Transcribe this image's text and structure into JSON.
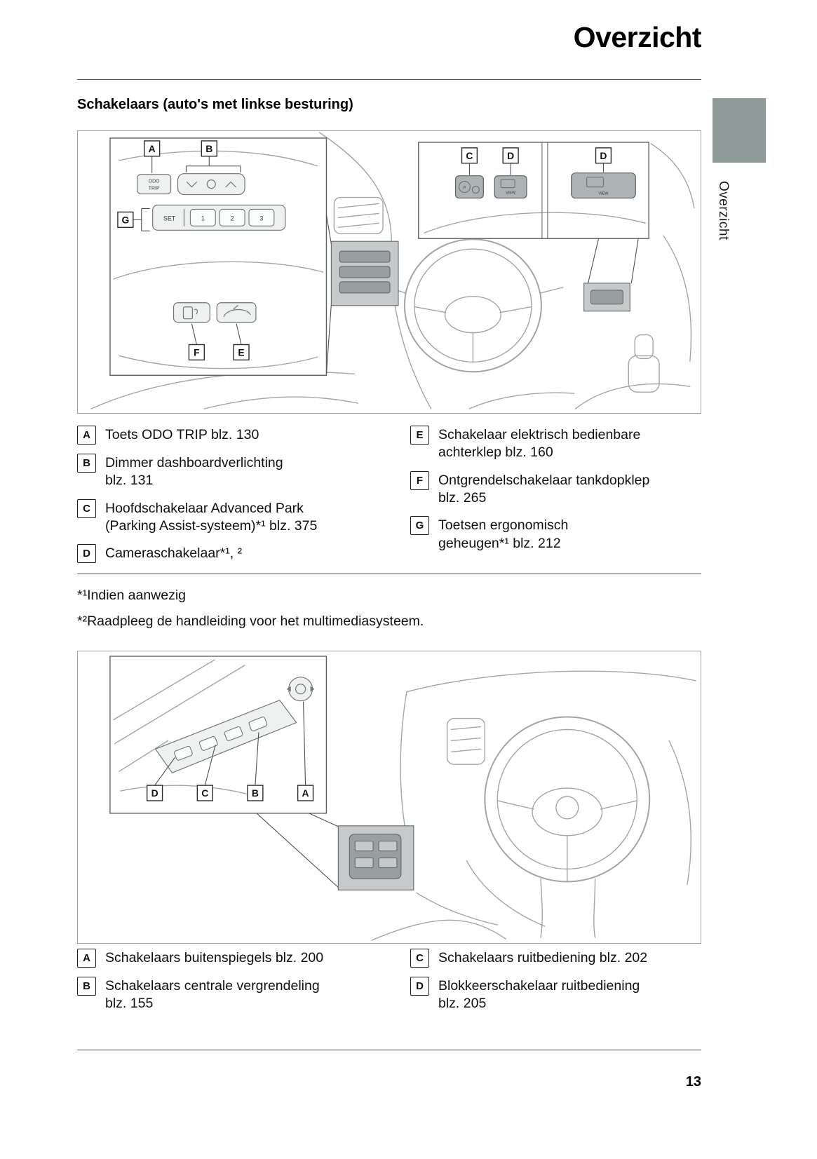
{
  "page": {
    "title": "Overzicht",
    "side_tab_label": "Overzicht",
    "page_number": "13"
  },
  "section_heading": "Schakelaars (auto's met linkse besturing)",
  "figure1": {
    "callouts": {
      "a": "A",
      "b": "B",
      "c": "C",
      "d1": "D",
      "d2": "D",
      "e": "E",
      "f": "F",
      "g": "G"
    },
    "panel_labels": {
      "odo_line1": "ODO",
      "odo_line2": "TRIP",
      "set": "SET",
      "preset1": "1",
      "preset2": "2",
      "preset3": "3",
      "park": "P",
      "view_small": "VIEW",
      "view_large": "VIEW"
    }
  },
  "legend1": {
    "left": [
      {
        "letter": "A",
        "text": "Toets ODO TRIP blz. 130"
      },
      {
        "letter": "B",
        "text": "Dimmer dashboardverlichting\nblz. 131"
      },
      {
        "letter": "C",
        "text": "Hoofdschakelaar Advanced Park\n(Parking Assist-systeem)*¹ blz. 375"
      },
      {
        "letter": "D",
        "text": "Cameraschakelaar*¹, ²"
      }
    ],
    "right": [
      {
        "letter": "E",
        "text": "Schakelaar elektrisch bedienbare\nachterklep blz. 160"
      },
      {
        "letter": "F",
        "text": "Ontgrendelschakelaar tankdopklep\nblz. 265"
      },
      {
        "letter": "G",
        "text": "Toetsen ergonomisch\ngeheugen*¹ blz. 212"
      }
    ]
  },
  "footnotes": [
    "*¹Indien aanwezig",
    "*²Raadpleeg de handleiding voor het multimediasysteem."
  ],
  "figure2": {
    "callouts": {
      "d": "D",
      "c": "C",
      "b": "B",
      "a": "A"
    }
  },
  "legend2": {
    "left": [
      {
        "letter": "A",
        "text": "Schakelaars buitenspiegels blz. 200"
      },
      {
        "letter": "B",
        "text": "Schakelaars centrale vergrendeling\nblz. 155"
      }
    ],
    "right": [
      {
        "letter": "C",
        "text": "Schakelaars ruitbediening blz. 202"
      },
      {
        "letter": "D",
        "text": "Blokkeerschakelaar ruitbediening\nblz. 205"
      }
    ]
  },
  "colors": {
    "side_tab": "#8f9b99",
    "line_art": "#a0a6a8",
    "text": "#101010"
  }
}
